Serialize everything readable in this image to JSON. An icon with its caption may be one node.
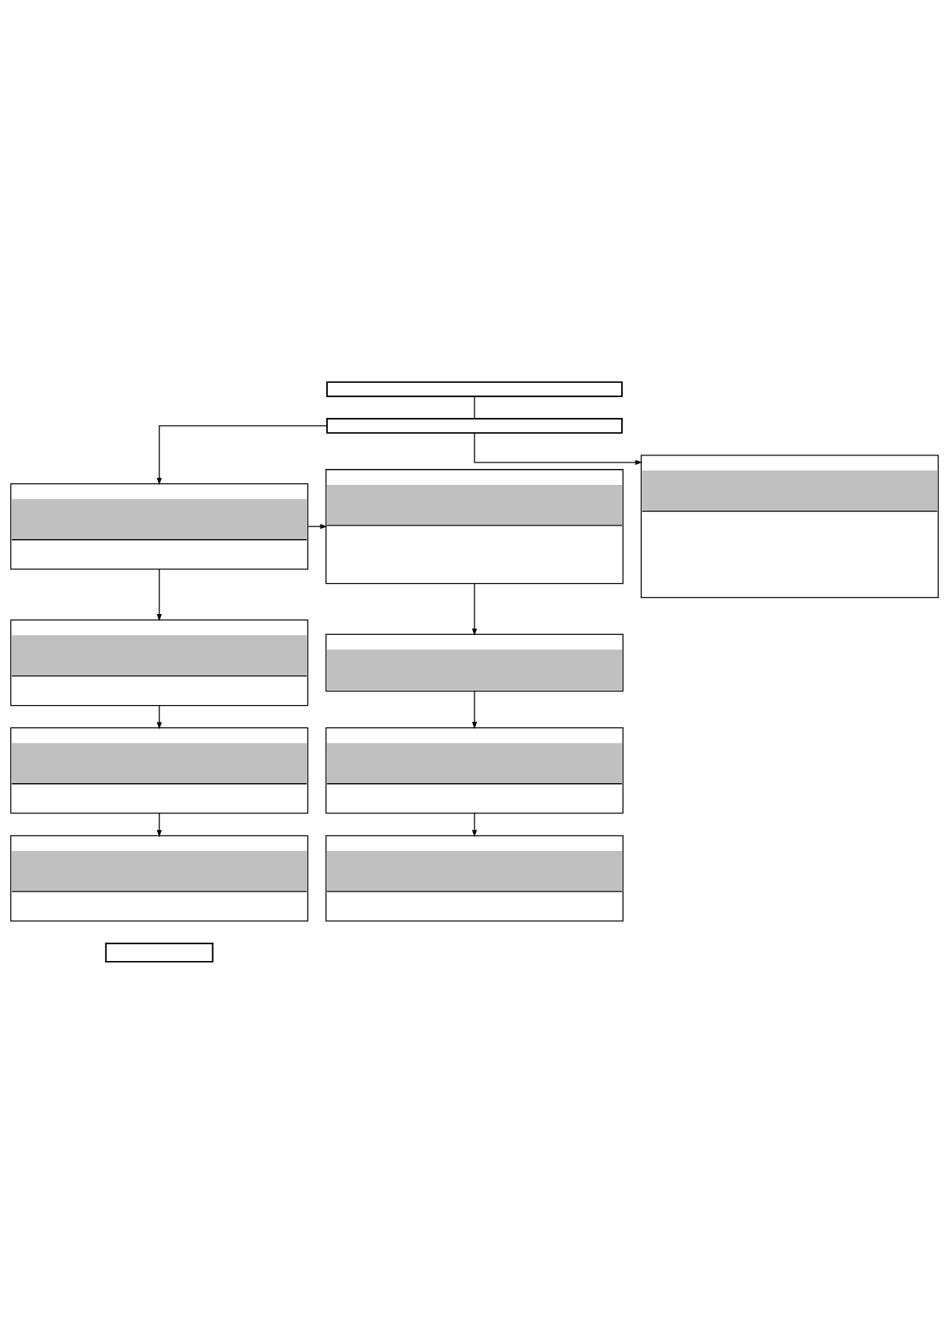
{
  "diagram": {
    "nodes": [
      {
        "text": [],
        "shape": "box"
      },
      {
        "text": [],
        "shape": "box"
      },
      {
        "text": [],
        "shape": "box"
      },
      {
        "text": [],
        "shape": "box"
      },
      {
        "text": [],
        "shape": "box"
      },
      {
        "text": [],
        "shape": "box"
      },
      {
        "text": [],
        "shape": "box"
      },
      {
        "text": [],
        "shape": "box"
      },
      {
        "text": [],
        "shape": "box"
      },
      {
        "text": [],
        "shape": "box"
      },
      {
        "text": [],
        "shape": "box"
      },
      {
        "text": [],
        "shape": "box"
      }
    ],
    "edges": [
      {
        "from": 0,
        "to": 1,
        "arrow": "none"
      },
      {
        "from": 1,
        "to": 2,
        "arrow": "to"
      },
      {
        "from": 1,
        "to": 10,
        "arrow": "to"
      },
      {
        "from": 2,
        "to": 3,
        "arrow": "to"
      },
      {
        "from": 2,
        "to": 6,
        "arrow": "to"
      },
      {
        "from": 3,
        "to": 4,
        "arrow": "to"
      },
      {
        "from": 4,
        "to": 5,
        "arrow": "to"
      },
      {
        "from": 6,
        "to": 7,
        "arrow": "to"
      },
      {
        "from": 7,
        "to": 8,
        "arrow": "to"
      },
      {
        "from": 8,
        "to": 9,
        "arrow": "to"
      }
    ]
  }
}
